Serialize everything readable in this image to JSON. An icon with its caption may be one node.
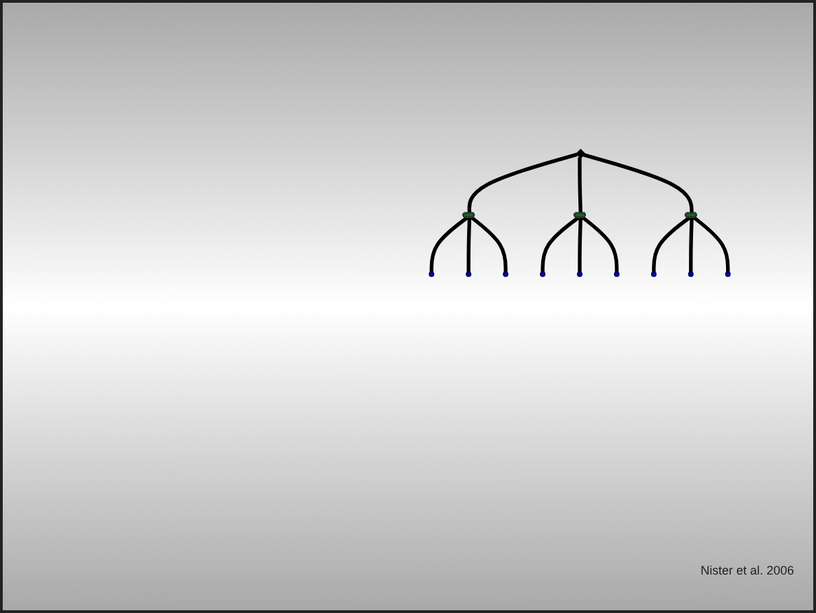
{
  "diagram": {
    "nodes": [
      {
        "text": [],
        "shape": "diamond"
      },
      {
        "text": [],
        "shape": "octagon"
      },
      {
        "text": [],
        "shape": "circle"
      },
      {
        "text": [],
        "shape": "circle"
      },
      {
        "text": [],
        "shape": "circle"
      },
      {
        "text": [],
        "shape": "octagon"
      },
      {
        "text": [],
        "shape": "circle"
      },
      {
        "text": [],
        "shape": "circle"
      },
      {
        "text": [],
        "shape": "circle"
      },
      {
        "text": [],
        "shape": "octagon"
      },
      {
        "text": [],
        "shape": "circle"
      },
      {
        "text": [],
        "shape": "circle"
      },
      {
        "text": [],
        "shape": "circle"
      }
    ],
    "edges": [
      {
        "from": 0,
        "to": 1,
        "arrow": "none"
      },
      {
        "from": 0,
        "to": 5,
        "arrow": "none"
      },
      {
        "from": 0,
        "to": 9,
        "arrow": "none"
      },
      {
        "from": 1,
        "to": 2,
        "arrow": "none"
      },
      {
        "from": 1,
        "to": 3,
        "arrow": "none"
      },
      {
        "from": 1,
        "to": 4,
        "arrow": "none"
      },
      {
        "from": 5,
        "to": 6,
        "arrow": "none"
      },
      {
        "from": 5,
        "to": 7,
        "arrow": "none"
      },
      {
        "from": 5,
        "to": 8,
        "arrow": "none"
      },
      {
        "from": 9,
        "to": 10,
        "arrow": "none"
      },
      {
        "from": 9,
        "to": 11,
        "arrow": "none"
      },
      {
        "from": 9,
        "to": 12,
        "arrow": "none"
      }
    ],
    "labels": [
      "Nister et al. 2006"
    ]
  }
}
